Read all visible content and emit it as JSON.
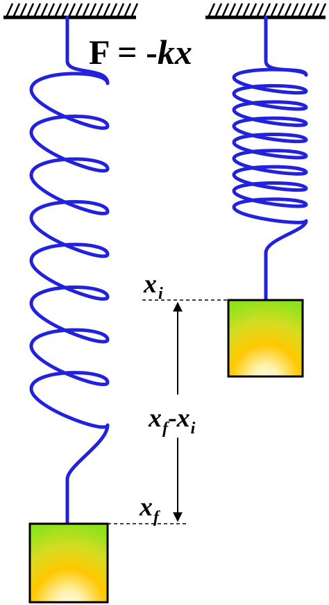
{
  "formula": {
    "prefix": "F = -",
    "var_k": "k",
    "var_x": "x"
  },
  "labels": {
    "xi": {
      "base": "x",
      "sub": "i"
    },
    "xf": {
      "base": "x",
      "sub": "f"
    },
    "diff": {
      "base1": "x",
      "sub1": "f",
      "dash": "-",
      "base2": "x",
      "sub2": "i"
    }
  },
  "colors": {
    "spring": "#2222dd",
    "ceiling": "#000000",
    "mass_top": "#8fe31c",
    "mass_mid": "#ffc800",
    "mass_bottom": "#fffbe8",
    "line": "#000000"
  }
}
